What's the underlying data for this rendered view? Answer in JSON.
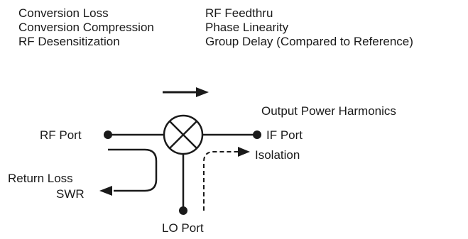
{
  "measurements": {
    "left": [
      "Conversion Loss",
      "Conversion Compression",
      "RF Desensitization"
    ],
    "right": [
      "RF Feedthru",
      "Phase Linearity",
      "Group Delay (Compared to Reference)"
    ]
  },
  "labels": {
    "output_power_harmonics": "Output Power Harmonics",
    "rf_port": "RF Port",
    "if_port": "IF Port",
    "isolation": "Isolation",
    "return_loss": "Return Loss",
    "swr": "SWR",
    "lo_port": "LO Port"
  },
  "icons": {
    "mixer": "mixer-symbol-icon",
    "signal_direction": "arrow-right-icon"
  }
}
